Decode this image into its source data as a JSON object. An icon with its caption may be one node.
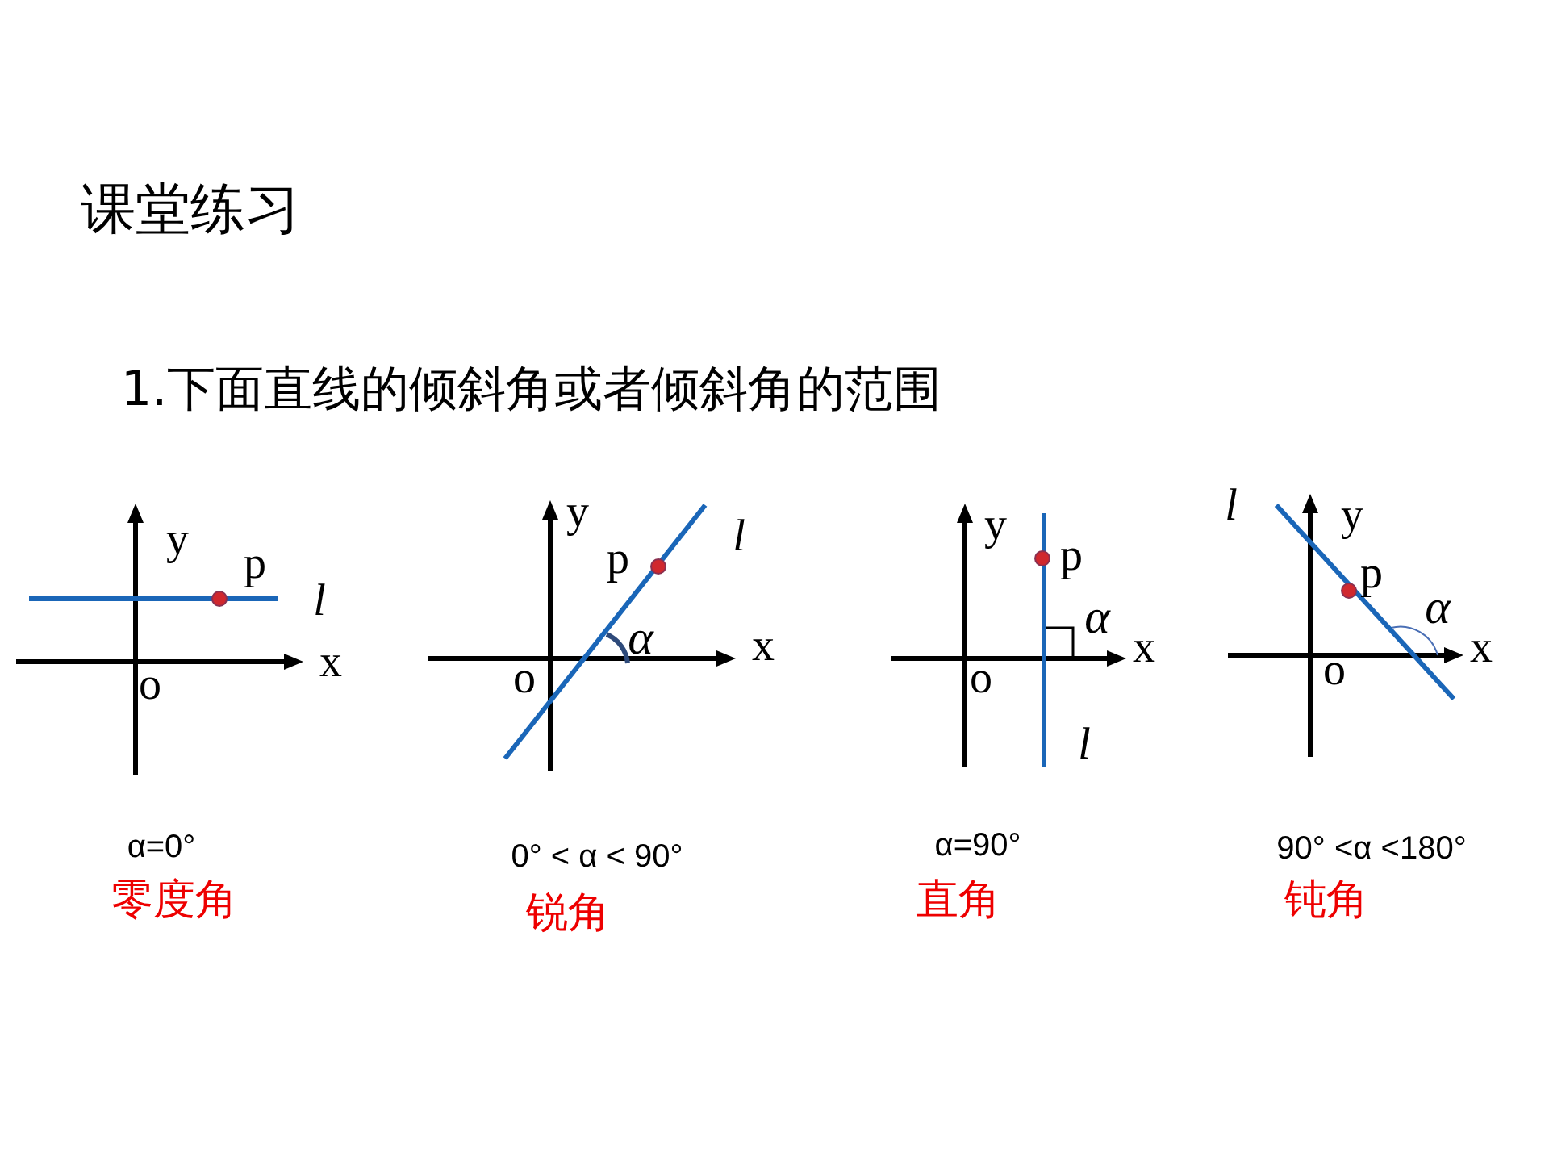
{
  "diagram": {
    "title": "课堂练习",
    "labels": [
      "1.下面直线的倾斜角或者倾斜角的范围",
      "y",
      "p",
      "l",
      "x",
      "o",
      "α=0°",
      "零度角",
      "y",
      "p",
      "l",
      "α",
      "x",
      "o",
      "0° < α < 90°",
      "锐角",
      "y",
      "p",
      "α",
      "x",
      "o",
      "l",
      "α=90°",
      "直角",
      "l",
      "y",
      "p",
      "α",
      "x",
      "o",
      "90° <α <180°",
      "钝角"
    ]
  }
}
